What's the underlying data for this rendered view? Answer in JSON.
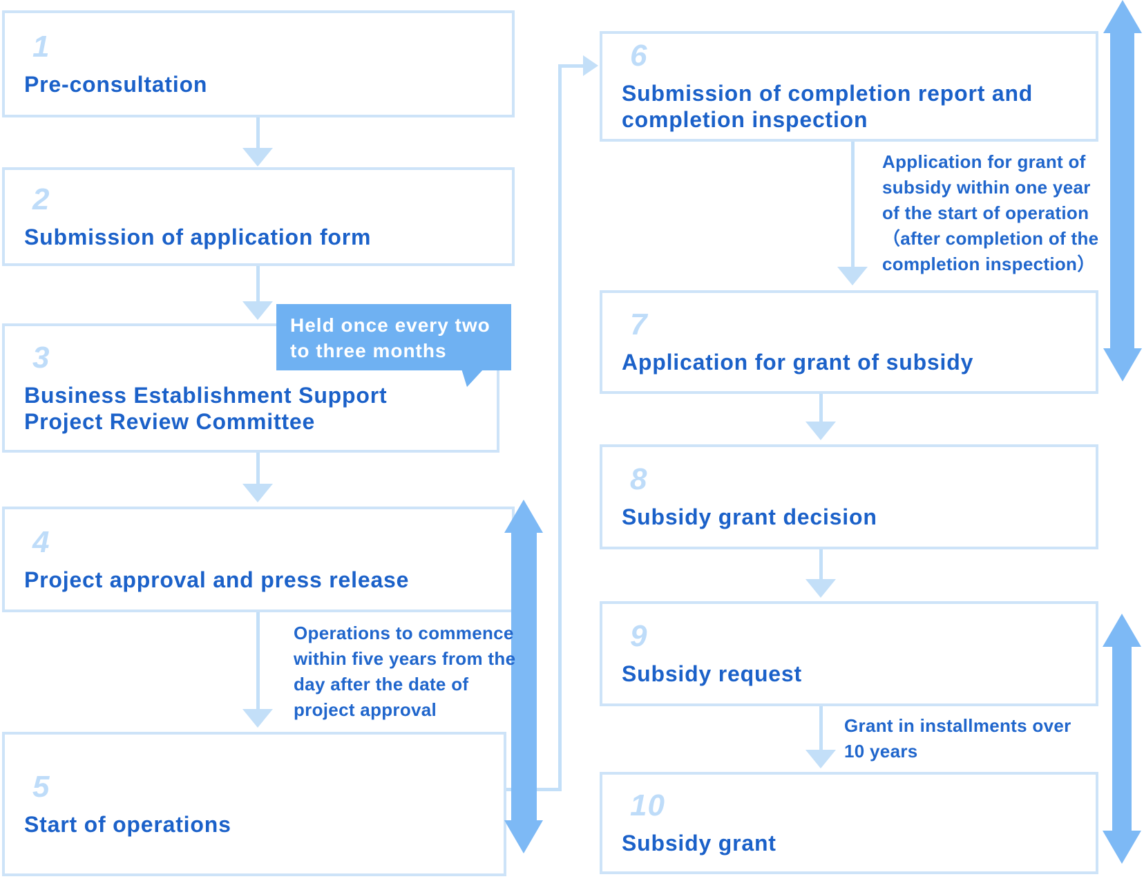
{
  "diagram": {
    "type": "process-flowchart",
    "subject": "Subsidy application and grant procedure"
  },
  "steps": [
    {
      "number": "1",
      "title": "Pre-consultation"
    },
    {
      "number": "2",
      "title": "Submission of application form"
    },
    {
      "number": "3",
      "title": "Business Establishment Support\nProject Review Committee"
    },
    {
      "number": "4",
      "title": "Project approval and press release"
    },
    {
      "number": "5",
      "title": "Start of operations"
    },
    {
      "number": "6",
      "title": "Submission of completion report and\ncompletion inspection"
    },
    {
      "number": "7",
      "title": "Application for grant of subsidy"
    },
    {
      "number": "8",
      "title": "Subsidy grant decision"
    },
    {
      "number": "9",
      "title": "Subsidy request"
    },
    {
      "number": "10",
      "title": "Subsidy grant"
    }
  ],
  "callout": {
    "text": "Held once every two\nto three months"
  },
  "annotations": {
    "operations": "Operations to commence\nwithin five years from the\nday after the date of\nproject approval",
    "grant_application": "Application for grant of\nsubsidy within one year\nof the start of operation\n（after completion of the\ncompletion inspection）",
    "installments": "Grant in installments over\n10 years"
  },
  "colors": {
    "box_border": "#cde3f8",
    "title_text": "#1b61c9",
    "number_text": "#bedcf9",
    "annotation_text": "#2066cc",
    "connector": "#c3dff8",
    "big_arrow": "#7db9f5",
    "callout_background": "#6fb1f2",
    "callout_text": "#ffffff"
  }
}
